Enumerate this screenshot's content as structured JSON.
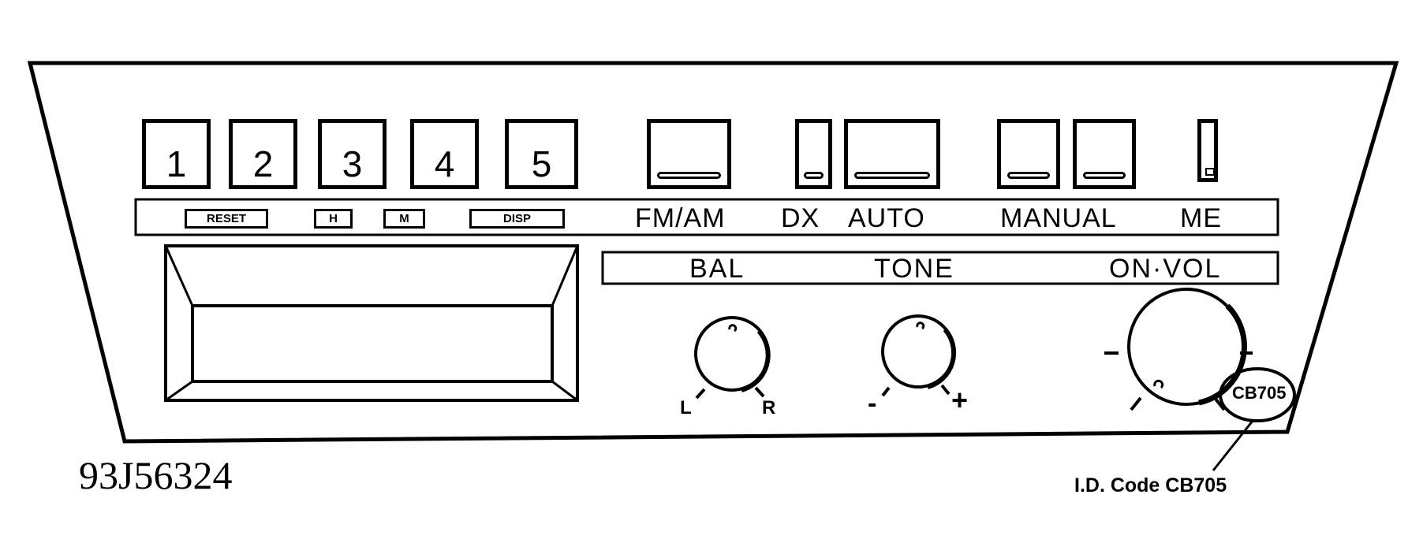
{
  "preset_buttons": [
    "1",
    "2",
    "3",
    "4",
    "5"
  ],
  "preset_sublabels": [
    "RESET",
    "H",
    "M",
    "DISP"
  ],
  "strip_labels": {
    "band": "FM/AM",
    "dx": "DX",
    "auto": "AUTO",
    "manual": "MANUAL",
    "me": "ME"
  },
  "control_labels": {
    "bal": "BAL",
    "tone": "TONE",
    "on_vol": "ON·VOL"
  },
  "bal_marks": {
    "left": "L",
    "right": "R"
  },
  "tone_marks": {
    "minus": "-",
    "plus": "+"
  },
  "id_oval": "CB705",
  "id_caption": "I.D. Code CB705",
  "diagram_id": "93J56324"
}
